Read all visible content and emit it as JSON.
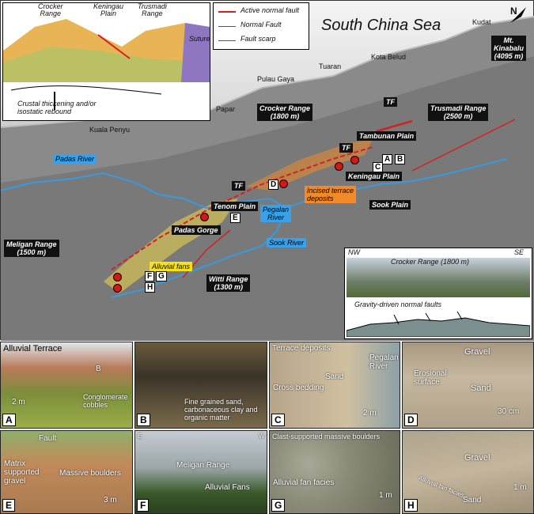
{
  "map": {
    "title": "South China Sea",
    "north": "N",
    "legend": {
      "active_fault": "Active normal fault",
      "normal_fault": "Normal Fault",
      "fault_scarp": "Fault scarp"
    },
    "inset": {
      "crocker": "Crocker\nRange",
      "keningau": "Keningau\nPlain",
      "trusmadi": "Trusmadi\nRange",
      "suture": "Suture",
      "crustal": "Crustal thickening and/or\nisostatic rebound"
    },
    "places": {
      "kudat": "Kudat",
      "kinabalu": "Mt.\nKinabalu\n(4095 m)",
      "kota_belud": "Kota Belud",
      "tuaran": "Tuaran",
      "pulau_gaya": "Pulau Gaya",
      "papar": "Papar",
      "kuala_penyu": "Kuala Penyu"
    },
    "ranges": {
      "crocker": "Crocker Range\n(1800 m)",
      "trusmadi": "Trusmadi Range\n(2500 m)",
      "meligan": "Meligan Range\n(1500 m)",
      "witti": "Witti Range\n(1300 m)"
    },
    "plains": {
      "tambunan": "Tambunan Plain",
      "keningau": "Keningau Plain",
      "tenom": "Tenom Plain",
      "padas_gorge": "Padas Gorge",
      "sook": "Sook Plain"
    },
    "rivers": {
      "padas": "Padas River",
      "pegalan": "Pegalan\nRiver",
      "sook": "Sook River"
    },
    "deposits": {
      "incised": "Incised terrace\ndeposits",
      "fans": "Alluvial fans"
    },
    "tf": "TF",
    "points": {
      "a": "A",
      "b": "B",
      "c": "C",
      "d": "D",
      "e": "E",
      "f": "F",
      "g": "G",
      "h": "H"
    },
    "panorama": {
      "nw": "NW",
      "se": "SE",
      "title": "Crocker Range (1800 m)",
      "faults": "Gravity-driven normal faults"
    }
  },
  "photos": {
    "a": {
      "title": "Alluvial Terrace",
      "b": "B",
      "scale": "2 m",
      "text": "Conglomerate\ncobbles",
      "letter": "A"
    },
    "b": {
      "text": "Fine grained sand,\ncarbonaceous clay and\norganic matter",
      "letter": "B"
    },
    "c": {
      "title": "Terrace deposits",
      "river": "Pegalan\nRiver",
      "sand": "Sand",
      "cross": "Cross bedding",
      "scale": "2 m",
      "letter": "C"
    },
    "d": {
      "gravel": "Gravel",
      "erosional": "Erosional\nsurface",
      "sand": "Sand",
      "scale": "30 cm",
      "letter": "D"
    },
    "e": {
      "fault": "Fault",
      "matrix": "Matrix\nsupported\ngravel",
      "boulders": "Massive boulders",
      "scale": "3 m",
      "letter": "E"
    },
    "f": {
      "e": "E",
      "w": "W",
      "meligan": "Meligan Range",
      "fans": "Alluvial Fans",
      "letter": "F"
    },
    "g": {
      "title": "Clast-supported massive boulders",
      "facies": "Alluvial fan facies",
      "scale": "1 m",
      "letter": "G"
    },
    "h": {
      "gravel": "Gravel",
      "facies": "Alluvial fan facies",
      "sand": "Sand",
      "scale": "1 m",
      "letter": "H"
    }
  }
}
